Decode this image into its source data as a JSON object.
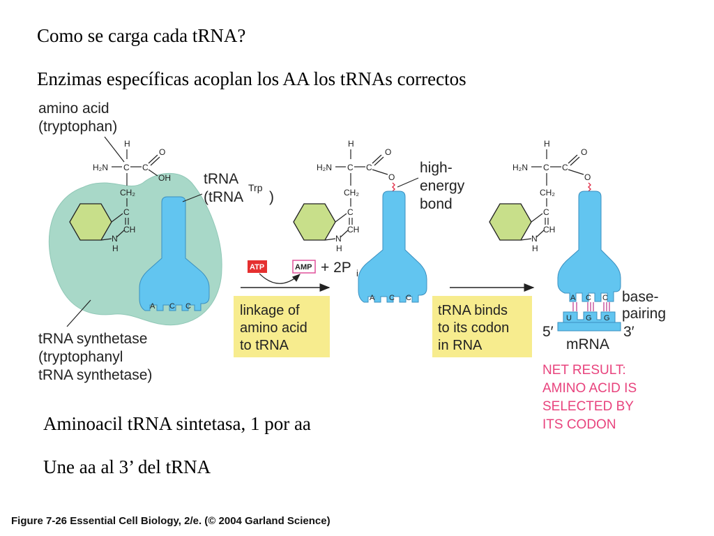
{
  "slide": {
    "title_question": "Como se carga cada tRNA?",
    "title_statement": "Enzimas específicas acoplan los AA los  tRNAs correctos",
    "note_enzyme": "Aminoacil tRNA sintetasa, 1 por aa",
    "note_attach": "Une aa al 3’ del tRNA",
    "caption": "Figure 7-26  Essential Cell Biology, 2/e. (© 2004 Garland Science)"
  },
  "figure": {
    "amino_acid_line1": "amino acid",
    "amino_acid_line2": "(tryptophan)",
    "trna_line1": "tRNA",
    "trna_line2": "(tRNA",
    "trna_superscript": "Trp",
    "trna_close": ")",
    "synthetase_line1": "tRNA synthetase",
    "synthetase_line2": "(tryptophanyl",
    "synthetase_line3": "tRNA synthetase)",
    "atp": "ATP",
    "amp": "AMP",
    "plus_pi": "+ 2P",
    "pi_sub": "i",
    "high_energy_line1": "high-",
    "high_energy_line2": "energy",
    "high_energy_line3": "bond",
    "box1_line1": "linkage of",
    "box1_line2": "amino acid",
    "box1_line3": "to tRNA",
    "box2_line1": "tRNA binds",
    "box2_line2": "to its codon",
    "box2_line3": "in RNA",
    "base_line1": "base-",
    "base_line2": "pairing",
    "five_prime": "5′",
    "three_prime": "3′",
    "mrna": "mRNA",
    "net_line1": "NET RESULT:",
    "net_line2": "AMINO ACID  IS",
    "net_line3": "SELECTED BY",
    "net_line4": "ITS CODON",
    "anticodon": [
      "A",
      "C",
      "C"
    ],
    "codon": [
      "U",
      "G",
      "G"
    ],
    "chem": {
      "h": "H",
      "h2n": "H₂N",
      "c": "C",
      "o": "O",
      "oh": "OH",
      "ch2": "CH₂",
      "ch": "CH",
      "n": "N"
    },
    "colors": {
      "synthetase": "#a8d8c8",
      "trna": "#62c5f0",
      "ring": "#c8df8a",
      "box": "#f7ec8e",
      "atp": "#e53030",
      "amp_border": "#e0509a",
      "net_text": "#e8437d"
    }
  }
}
